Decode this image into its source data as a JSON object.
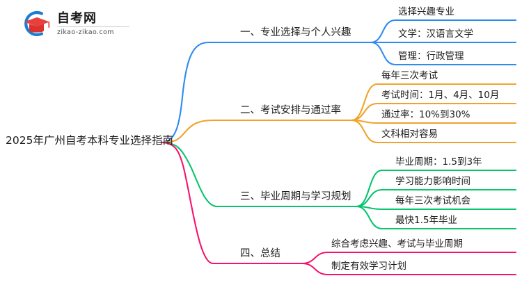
{
  "logo": {
    "cn_name": "自考网",
    "domain": "zikao-zikao.com",
    "mark_icon": "graduation-cap-icon"
  },
  "mindmap": {
    "root": "2025年广州自考本科专业选择指南",
    "colors": {
      "branch1": "#2e8bef",
      "branch2": "#f0a32a",
      "branch3": "#07c46e",
      "branch4": "#f5136f"
    },
    "branches": [
      {
        "label": "一、专业选择与个人兴趣",
        "color": "#2e8bef",
        "leaves": [
          "选择兴趣专业",
          "文学：汉语言文学",
          "管理：行政管理"
        ]
      },
      {
        "label": "二、考试安排与通过率",
        "color": "#f0a32a",
        "leaves": [
          "每年三次考试",
          "考试时间：1月、4月、10月",
          "通过率：10%到30%",
          "文科相对容易"
        ]
      },
      {
        "label": "三、毕业周期与学习规划",
        "color": "#07c46e",
        "leaves": [
          "毕业周期：1.5到3年",
          "学习能力影响时间",
          "每年三次考试机会",
          "最快1.5年毕业"
        ]
      },
      {
        "label": "四、总结",
        "color": "#f5136f",
        "leaves": [
          "综合考虑兴趣、考试与毕业周期",
          "制定有效学习计划"
        ]
      }
    ]
  }
}
